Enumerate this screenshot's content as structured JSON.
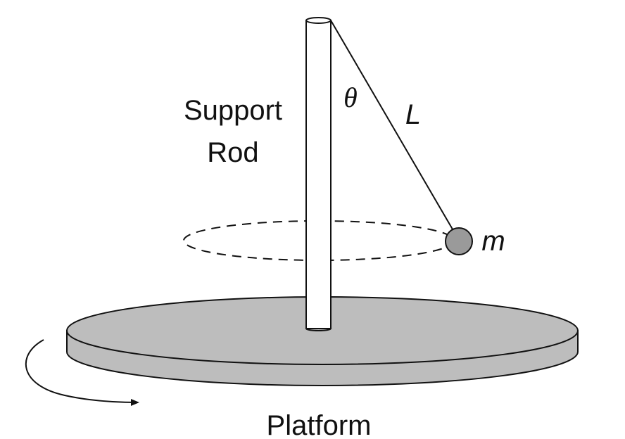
{
  "diagram": {
    "labels": {
      "support_rod_line1": "Support",
      "support_rod_line2": "Rod",
      "angle": "θ",
      "length": "L",
      "mass": "m",
      "platform": "Platform"
    },
    "colors": {
      "platform_fill": "#bdbdbd",
      "bob_fill": "#9a9a9a",
      "stroke": "#111111",
      "rod_fill": "#ffffff"
    },
    "icons": {
      "rotation": "curved-arrow-icon"
    }
  }
}
